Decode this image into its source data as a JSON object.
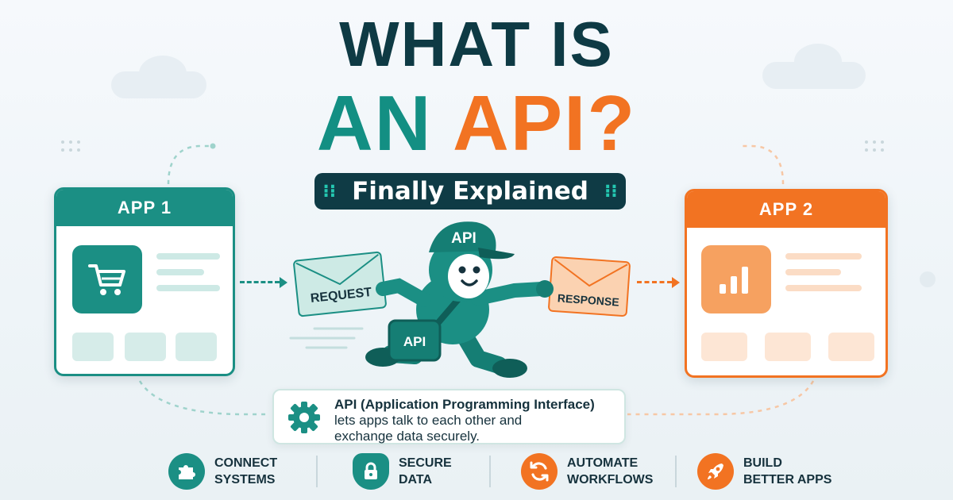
{
  "title": {
    "line1": "WHAT IS",
    "line2a": "AN ",
    "line2b": "API?"
  },
  "subtitle": "Finally Explained",
  "app1": {
    "label": "APP 1",
    "icon": "shopping-cart-icon"
  },
  "app2": {
    "label": "APP 2",
    "icon": "bar-chart-icon"
  },
  "request_label": "REQUEST",
  "response_label": "RESPONSE",
  "mascot": {
    "cap_text": "API",
    "bag_text": "API"
  },
  "info": {
    "line1": "API (Application Programming Interface)",
    "line2": "lets apps talk to each other and",
    "line3": "exchange data securely."
  },
  "features": [
    {
      "line1": "CONNECT",
      "line2": "SYSTEMS",
      "icon": "puzzle-icon",
      "color": "#1b8f84"
    },
    {
      "line1": "SECURE",
      "line2": "DATA",
      "icon": "lock-shield-icon",
      "color": "#1b8f84"
    },
    {
      "line1": "AUTOMATE",
      "line2": "WORKFLOWS",
      "icon": "refresh-icon",
      "color": "#f27322"
    },
    {
      "line1": "BUILD",
      "line2": "BETTER APPS",
      "icon": "rocket-icon",
      "color": "#f27322"
    }
  ],
  "colors": {
    "teal": "#1b8f84",
    "orange": "#f27322",
    "navy": "#0f3b45"
  }
}
